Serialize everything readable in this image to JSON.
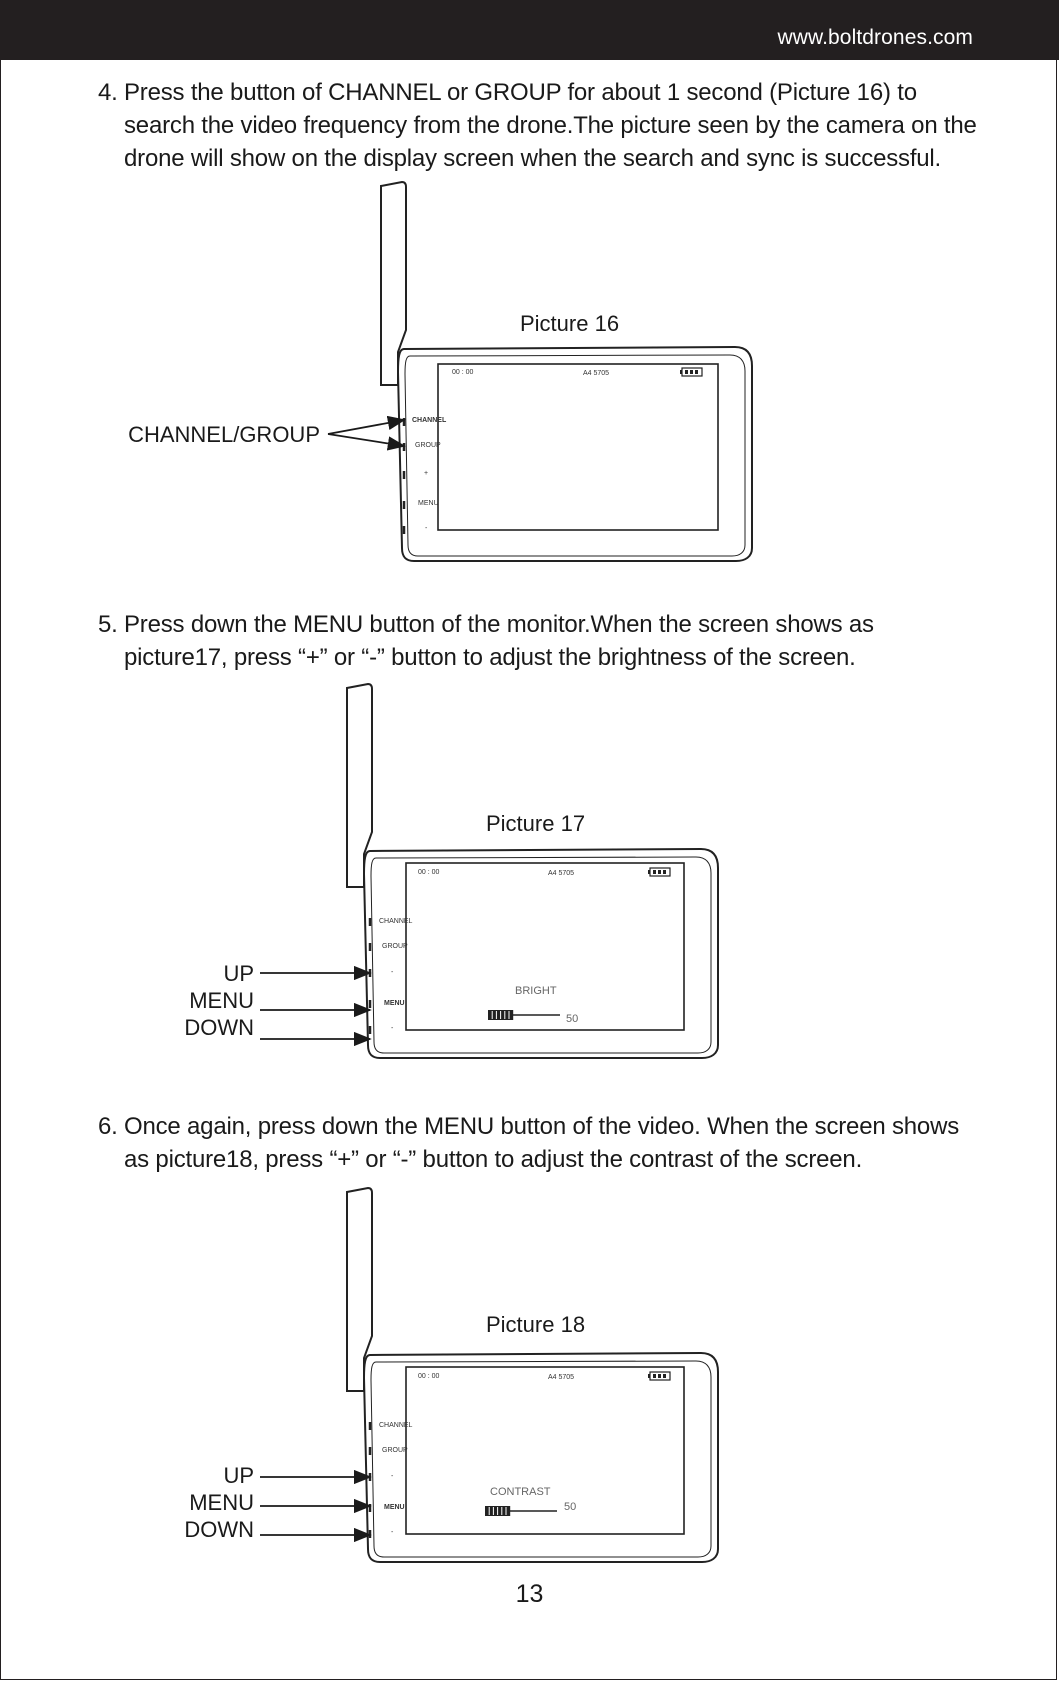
{
  "header": {
    "url": "www.boltdrones.com",
    "bar_color": "#231f20"
  },
  "steps": [
    {
      "number": "4.",
      "lines": [
        "Press the button of CHANNEL or GROUP for about 1 second (Picture 16) to",
        "search the video frequency from the drone.The picture seen by the camera on the",
        "drone  will show on the display screen when the search and sync is successful."
      ]
    },
    {
      "number": "5.",
      "lines": [
        "Press down the MENU button of the monitor.When the screen shows as",
        "picture17, press “+” or “-” button to adjust the brightness of the screen."
      ]
    },
    {
      "number": "6.",
      "lines": [
        "Once again, press down the MENU button of the video. When the screen shows",
        "as picture18, press “+” or “-” button to adjust the contrast of the screen."
      ]
    }
  ],
  "pictures": [
    {
      "caption": "Picture 16",
      "callouts": [
        "CHANNEL/GROUP"
      ],
      "side_buttons": [
        "CHANNEL",
        "GROUP",
        "+",
        "MENU",
        "-"
      ],
      "osd_time": "00 : 00",
      "osd_channel": "A4  5705",
      "osd_label": "",
      "osd_value": ""
    },
    {
      "caption": "Picture 17",
      "callouts": [
        "UP",
        "MENU",
        "DOWN"
      ],
      "side_buttons": [
        "CHANNEL",
        "GROUP",
        "-",
        "MENU",
        "-"
      ],
      "osd_time": "00 : 00",
      "osd_channel": "A4  5705",
      "osd_label": "BRIGHT",
      "osd_value": "50",
      "osd_level": 0.5
    },
    {
      "caption": "Picture 18",
      "callouts": [
        "UP",
        "MENU",
        "DOWN"
      ],
      "side_buttons": [
        "CHANNEL",
        "GROUP",
        "-",
        "MENU",
        "-"
      ],
      "osd_time": "00 : 00",
      "osd_channel": "A4  5705",
      "osd_label": "CONTRAST",
      "osd_value": "50",
      "osd_level": 0.5
    }
  ],
  "footer": {
    "page_number": "13"
  }
}
